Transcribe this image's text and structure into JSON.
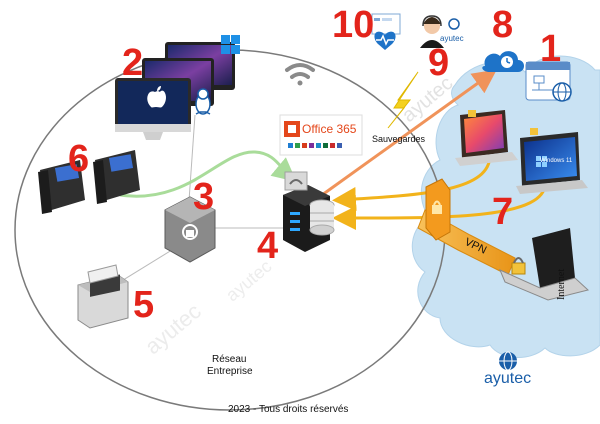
{
  "network_label_line1": "Réseau",
  "network_label_line2": "Entreprise",
  "backups_label": "Sauvegardes",
  "vpn_label": "VPN",
  "internet_label": "Internet",
  "brand_name": "ayutec",
  "office_label": "Office 365",
  "windows_label": "Windows 11",
  "copyright": "2023 - Tous droits réservés",
  "watermark": "ayutec",
  "numbers": {
    "n1": "1",
    "n2": "2",
    "n3": "3",
    "n4": "4",
    "n5": "5",
    "n6": "6",
    "n7": "7",
    "n8": "8",
    "n9": "9",
    "n10": "10"
  },
  "colors": {
    "number_red": "#e3241b",
    "cloud_blue": "#c9e2f3",
    "internet_line": "#f2b31b",
    "backup_line": "#f0935a",
    "phone_line": "#a9dc9a",
    "firewall": "#f39a1e",
    "brand_blue": "#1a5ea8"
  },
  "icons": [
    "web-app-icon",
    "cloud-clock-icon",
    "support-agent-icon",
    "monitoring-dashboard-icon",
    "wifi-icon",
    "imac-icon",
    "windows-logo-icon",
    "linux-tux-icon",
    "ip-phone-icon",
    "switch-icon",
    "server-icon",
    "printer-icon",
    "firewall-icon",
    "laptop-icon",
    "padlock-icon",
    "lightning-icon",
    "globe-icon"
  ]
}
